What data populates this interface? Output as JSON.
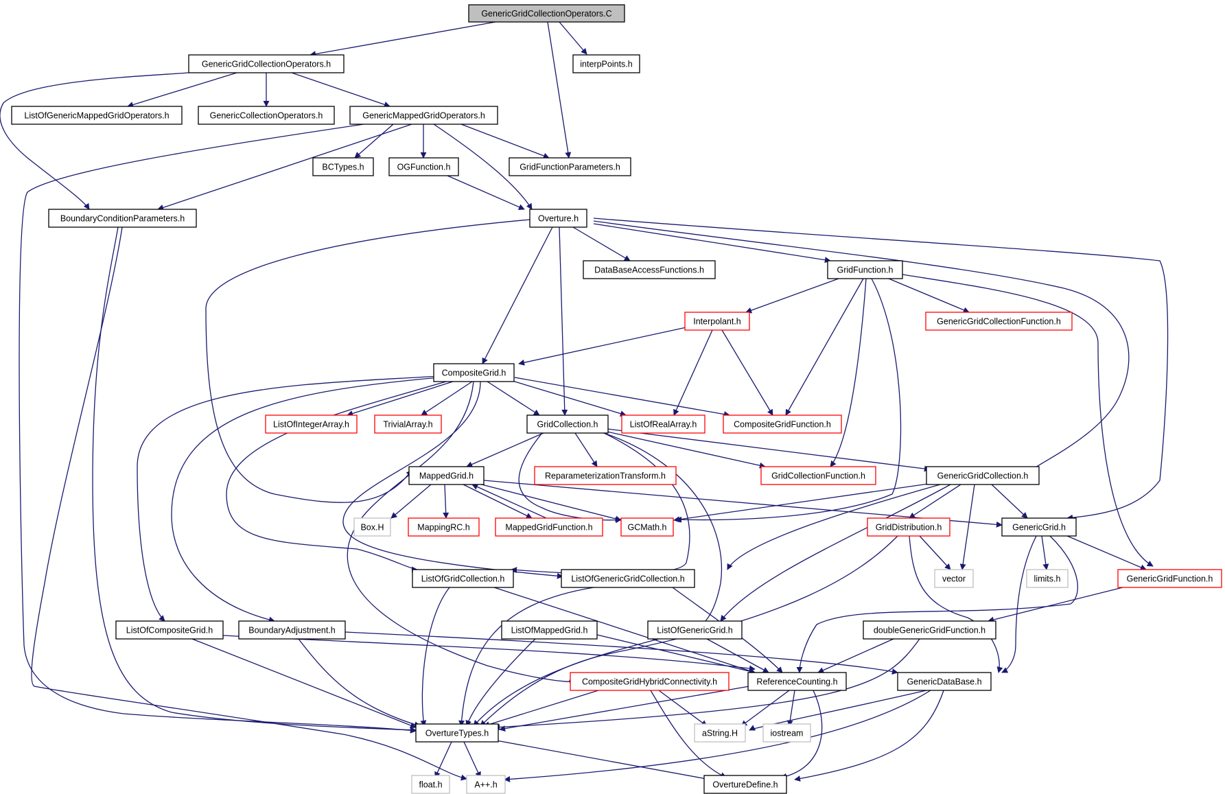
{
  "colors": {
    "edge": "#191970",
    "root_fill": "#bfbfbf",
    "documented_border": "#000000",
    "truncated_border": "#ff0000",
    "undocumented_border": "#bfbfbf",
    "text": "#000000"
  },
  "nodes": [
    {
      "id": "n_root",
      "label": "GenericGridCollectionOperators.C",
      "kind": "root"
    },
    {
      "id": "n_ggco_h",
      "label": "GenericGridCollectionOperators.h",
      "kind": "documented"
    },
    {
      "id": "n_interp",
      "label": "interpPoints.h",
      "kind": "documented"
    },
    {
      "id": "n_listgmgo",
      "label": "ListOfGenericMappedGridOperators.h",
      "kind": "documented"
    },
    {
      "id": "n_gco",
      "label": "GenericCollectionOperators.h",
      "kind": "documented"
    },
    {
      "id": "n_gmgo",
      "label": "GenericMappedGridOperators.h",
      "kind": "documented"
    },
    {
      "id": "n_bctypes",
      "label": "BCTypes.h",
      "kind": "documented"
    },
    {
      "id": "n_ogf",
      "label": "OGFunction.h",
      "kind": "documented"
    },
    {
      "id": "n_gfp",
      "label": "GridFunctionParameters.h",
      "kind": "documented"
    },
    {
      "id": "n_bcp",
      "label": "BoundaryConditionParameters.h",
      "kind": "documented"
    },
    {
      "id": "n_overture",
      "label": "Overture.h",
      "kind": "documented"
    },
    {
      "id": "n_dbaf",
      "label": "DataBaseAccessFunctions.h",
      "kind": "documented"
    },
    {
      "id": "n_gridfunc",
      "label": "GridFunction.h",
      "kind": "documented"
    },
    {
      "id": "n_interpolant",
      "label": "Interpolant.h",
      "kind": "truncated"
    },
    {
      "id": "n_ggcf",
      "label": "GenericGridCollectionFunction.h",
      "kind": "truncated"
    },
    {
      "id": "n_cg",
      "label": "CompositeGrid.h",
      "kind": "documented"
    },
    {
      "id": "n_loia",
      "label": "ListOfIntegerArray.h",
      "kind": "truncated"
    },
    {
      "id": "n_trivial",
      "label": "TrivialArray.h",
      "kind": "truncated"
    },
    {
      "id": "n_gc",
      "label": "GridCollection.h",
      "kind": "documented"
    },
    {
      "id": "n_lora",
      "label": "ListOfRealArray.h",
      "kind": "truncated"
    },
    {
      "id": "n_cgf",
      "label": "CompositeGridFunction.h",
      "kind": "truncated"
    },
    {
      "id": "n_mg",
      "label": "MappedGrid.h",
      "kind": "documented"
    },
    {
      "id": "n_rt",
      "label": "ReparameterizationTransform.h",
      "kind": "truncated"
    },
    {
      "id": "n_gcf",
      "label": "GridCollectionFunction.h",
      "kind": "truncated"
    },
    {
      "id": "n_ggc",
      "label": "GenericGridCollection.h",
      "kind": "documented"
    },
    {
      "id": "n_boxh",
      "label": "Box.H",
      "kind": "undocumented"
    },
    {
      "id": "n_mrc",
      "label": "MappingRC.h",
      "kind": "truncated"
    },
    {
      "id": "n_mgf",
      "label": "MappedGridFunction.h",
      "kind": "truncated"
    },
    {
      "id": "n_gcmath",
      "label": "GCMath.h",
      "kind": "truncated"
    },
    {
      "id": "n_gdist",
      "label": "GridDistribution.h",
      "kind": "truncated"
    },
    {
      "id": "n_gg",
      "label": "GenericGrid.h",
      "kind": "documented"
    },
    {
      "id": "n_logc",
      "label": "ListOfGridCollection.h",
      "kind": "documented"
    },
    {
      "id": "n_loggc",
      "label": "ListOfGenericGridCollection.h",
      "kind": "documented"
    },
    {
      "id": "n_vector",
      "label": "vector",
      "kind": "undocumented"
    },
    {
      "id": "n_limits",
      "label": "limits.h",
      "kind": "undocumented"
    },
    {
      "id": "n_ggf",
      "label": "GenericGridFunction.h",
      "kind": "truncated"
    },
    {
      "id": "n_locg",
      "label": "ListOfCompositeGrid.h",
      "kind": "documented"
    },
    {
      "id": "n_badj",
      "label": "BoundaryAdjustment.h",
      "kind": "documented"
    },
    {
      "id": "n_lomg",
      "label": "ListOfMappedGrid.h",
      "kind": "documented"
    },
    {
      "id": "n_logg",
      "label": "ListOfGenericGrid.h",
      "kind": "documented"
    },
    {
      "id": "n_dggf",
      "label": "doubleGenericGridFunction.h",
      "kind": "documented"
    },
    {
      "id": "n_cghc",
      "label": "CompositeGridHybridConnectivity.h",
      "kind": "truncated"
    },
    {
      "id": "n_refc",
      "label": "ReferenceCounting.h",
      "kind": "documented"
    },
    {
      "id": "n_gdb",
      "label": "GenericDataBase.h",
      "kind": "documented"
    },
    {
      "id": "n_ot",
      "label": "OvertureTypes.h",
      "kind": "documented"
    },
    {
      "id": "n_astring",
      "label": "aString.H",
      "kind": "undocumented"
    },
    {
      "id": "n_iostream",
      "label": "iostream",
      "kind": "undocumented"
    },
    {
      "id": "n_float",
      "label": "float.h",
      "kind": "undocumented"
    },
    {
      "id": "n_app",
      "label": "A++.h",
      "kind": "undocumented"
    },
    {
      "id": "n_od",
      "label": "OvertureDefine.h",
      "kind": "documented"
    }
  ]
}
